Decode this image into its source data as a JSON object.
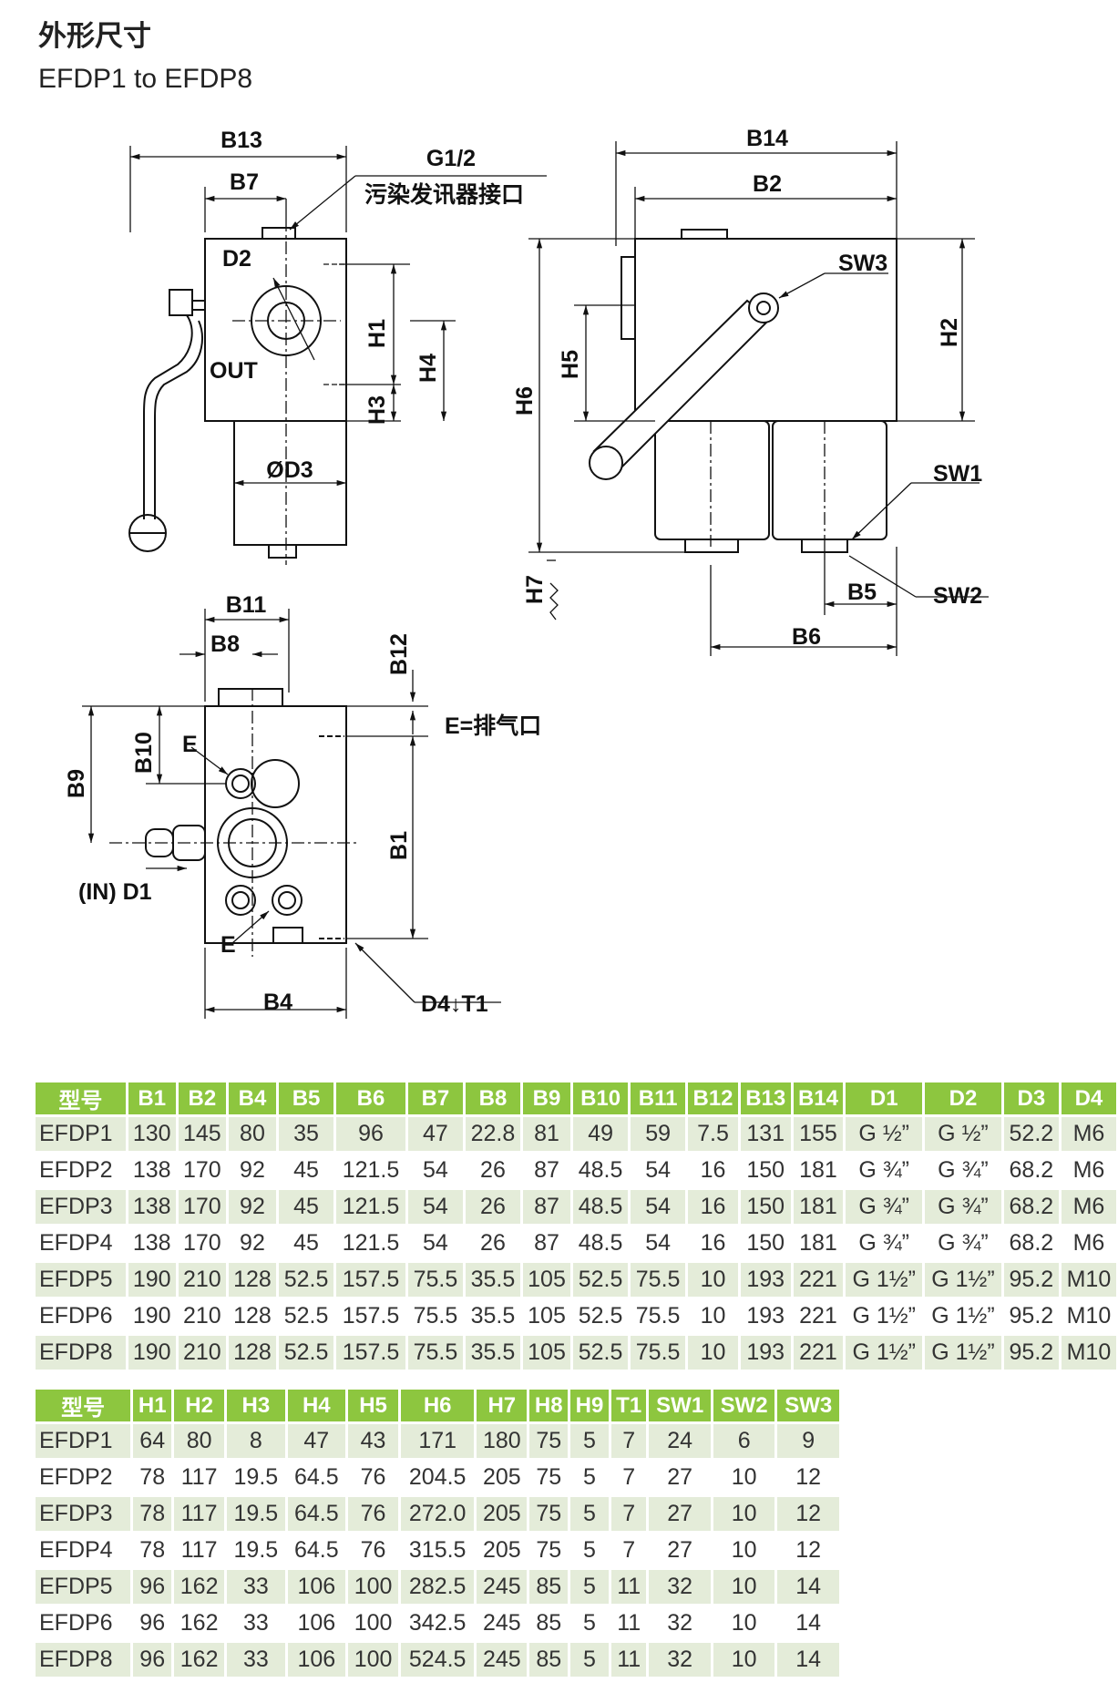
{
  "page": {
    "title": "外形尺寸",
    "subtitle": "EFDP1 to EFDP8"
  },
  "drawing": {
    "labels": {
      "b13": "B13",
      "b7": "B7",
      "g12": "G1/2",
      "sensor_port": "污染发讯器接口",
      "d2": "D2",
      "out": "OUT",
      "h1": "H1",
      "h4": "H4",
      "h3": "H3",
      "od3": "ØD3",
      "b14": "B14",
      "b2": "B2",
      "sw3": "SW3",
      "h5": "H5",
      "h6": "H6",
      "h2": "H2",
      "sw1": "SW1",
      "h7": "H7",
      "b5": "B5",
      "sw2": "SW2",
      "b6": "B6",
      "b11": "B11",
      "b8": "B8",
      "b12": "B12",
      "b10": "B10",
      "e_top": "E",
      "e_vent": "E=排气口",
      "b9": "B9",
      "b1": "B1",
      "in_d1": "(IN) D1",
      "e_bottom": "E",
      "b4": "B4",
      "d4t1": "D4↓T1"
    }
  },
  "table1": {
    "headers": [
      "型号",
      "B1",
      "B2",
      "B4",
      "B5",
      "B6",
      "B7",
      "B8",
      "B9",
      "B10",
      "B11",
      "B12",
      "B13",
      "B14",
      "D1",
      "D2",
      "D3",
      "D4"
    ],
    "rows": [
      [
        "EFDP1",
        "130",
        "145",
        "80",
        "35",
        "96",
        "47",
        "22.8",
        "81",
        "49",
        "59",
        "7.5",
        "131",
        "155",
        "G ½”",
        "G ½”",
        "52.2",
        "M6"
      ],
      [
        "EFDP2",
        "138",
        "170",
        "92",
        "45",
        "121.5",
        "54",
        "26",
        "87",
        "48.5",
        "54",
        "16",
        "150",
        "181",
        "G ¾”",
        "G ¾”",
        "68.2",
        "M6"
      ],
      [
        "EFDP3",
        "138",
        "170",
        "92",
        "45",
        "121.5",
        "54",
        "26",
        "87",
        "48.5",
        "54",
        "16",
        "150",
        "181",
        "G ¾”",
        "G ¾”",
        "68.2",
        "M6"
      ],
      [
        "EFDP4",
        "138",
        "170",
        "92",
        "45",
        "121.5",
        "54",
        "26",
        "87",
        "48.5",
        "54",
        "16",
        "150",
        "181",
        "G ¾”",
        "G ¾”",
        "68.2",
        "M6"
      ],
      [
        "EFDP5",
        "190",
        "210",
        "128",
        "52.5",
        "157.5",
        "75.5",
        "35.5",
        "105",
        "52.5",
        "75.5",
        "10",
        "193",
        "221",
        "G 1½”",
        "G 1½”",
        "95.2",
        "M10"
      ],
      [
        "EFDP6",
        "190",
        "210",
        "128",
        "52.5",
        "157.5",
        "75.5",
        "35.5",
        "105",
        "52.5",
        "75.5",
        "10",
        "193",
        "221",
        "G 1½”",
        "G 1½”",
        "95.2",
        "M10"
      ],
      [
        "EFDP8",
        "190",
        "210",
        "128",
        "52.5",
        "157.5",
        "75.5",
        "35.5",
        "105",
        "52.5",
        "75.5",
        "10",
        "193",
        "221",
        "G 1½”",
        "G 1½”",
        "95.2",
        "M10"
      ]
    ]
  },
  "table2": {
    "headers": [
      "型号",
      "H1",
      "H2",
      "H3",
      "H4",
      "H5",
      "H6",
      "H7",
      "H8",
      "H9",
      "T1",
      "SW1",
      "SW2",
      "SW3"
    ],
    "rows": [
      [
        "EFDP1",
        "64",
        "80",
        "8",
        "47",
        "43",
        "171",
        "180",
        "75",
        "5",
        "7",
        "24",
        "6",
        "9"
      ],
      [
        "EFDP2",
        "78",
        "117",
        "19.5",
        "64.5",
        "76",
        "204.5",
        "205",
        "75",
        "5",
        "7",
        "27",
        "10",
        "12"
      ],
      [
        "EFDP3",
        "78",
        "117",
        "19.5",
        "64.5",
        "76",
        "272.0",
        "205",
        "75",
        "5",
        "7",
        "27",
        "10",
        "12"
      ],
      [
        "EFDP4",
        "78",
        "117",
        "19.5",
        "64.5",
        "76",
        "315.5",
        "205",
        "75",
        "5",
        "7",
        "27",
        "10",
        "12"
      ],
      [
        "EFDP5",
        "96",
        "162",
        "33",
        "106",
        "100",
        "282.5",
        "245",
        "85",
        "5",
        "11",
        "32",
        "10",
        "14"
      ],
      [
        "EFDP6",
        "96",
        "162",
        "33",
        "106",
        "100",
        "342.5",
        "245",
        "85",
        "5",
        "11",
        "32",
        "10",
        "14"
      ],
      [
        "EFDP8",
        "96",
        "162",
        "33",
        "106",
        "100",
        "524.5",
        "245",
        "85",
        "5",
        "11",
        "32",
        "10",
        "14"
      ]
    ]
  }
}
